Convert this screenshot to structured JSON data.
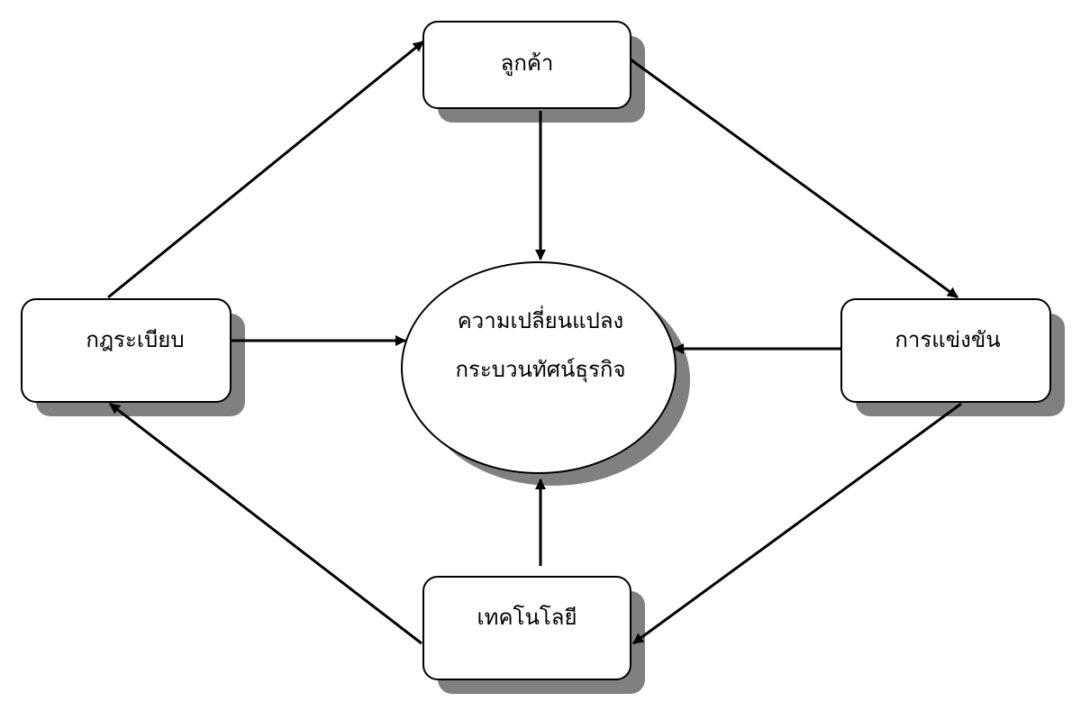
{
  "nodes": {
    "center": {
      "line1": "ความเปลี่ยนแปลง",
      "line2": "กระบวนทัศน์ธุรกิจ"
    },
    "customer": {
      "label": "ลูกค้า"
    },
    "competition": {
      "label": "การแข่งขัน"
    },
    "technology": {
      "label": "เทคโนโลยี"
    },
    "regulation": {
      "label": "กฎระเบียบ"
    }
  },
  "colors": {
    "shadow": "#808080",
    "stroke": "#000000",
    "fill": "#ffffff"
  }
}
